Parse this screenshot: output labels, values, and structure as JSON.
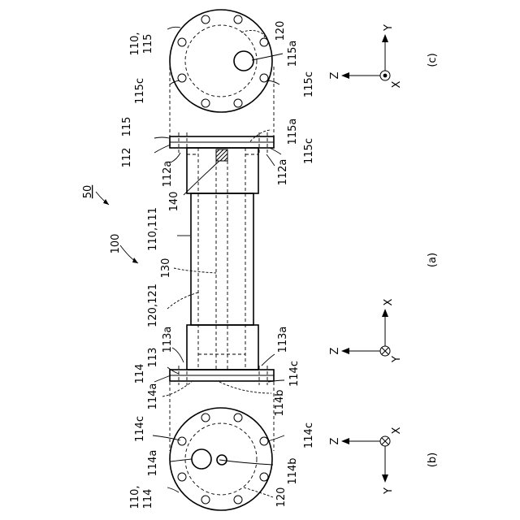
{
  "labels": {
    "ref_50": "50",
    "ref_100": "100",
    "ref_130": "130",
    "ref_140": "140",
    "ref_110_111": "110,111",
    "ref_120_121": "120,121",
    "ref_112": "112",
    "ref_112a_top": "112a",
    "ref_112a_bottom": "112a",
    "ref_115_mid": "115",
    "ref_115a_mid": "115a",
    "ref_115c_mid": "115c",
    "ref_113": "113",
    "ref_113a_top": "113a",
    "ref_113a_bottom": "113a",
    "ref_114_mid": "114",
    "ref_114a_mid": "114a",
    "ref_114b_mid": "114b",
    "ref_114c_mid": "114c",
    "c_110": "110,",
    "c_115": "115",
    "c_120": "120",
    "c_115a": "115a",
    "c_115c_left": "115c",
    "c_115c_right": "115c",
    "b_110": "110,",
    "b_114": "114",
    "b_114a": "114a",
    "b_114b": "114b",
    "b_114c_left": "114c",
    "b_114c_right": "114c",
    "b_120": "120"
  },
  "captions": {
    "fig_a": "(a)",
    "fig_b": "(b)",
    "fig_c": "(c)"
  },
  "axes": {
    "c": {
      "z": "Z",
      "y": "Y",
      "x": "X",
      "x_symbol": "dot"
    },
    "a_left": {
      "z": "Z",
      "x": "X",
      "y": "Y",
      "y_symbol": "cross"
    },
    "b": {
      "z": "Z",
      "x": "X",
      "y": "Y",
      "x_symbol": "cross"
    }
  }
}
